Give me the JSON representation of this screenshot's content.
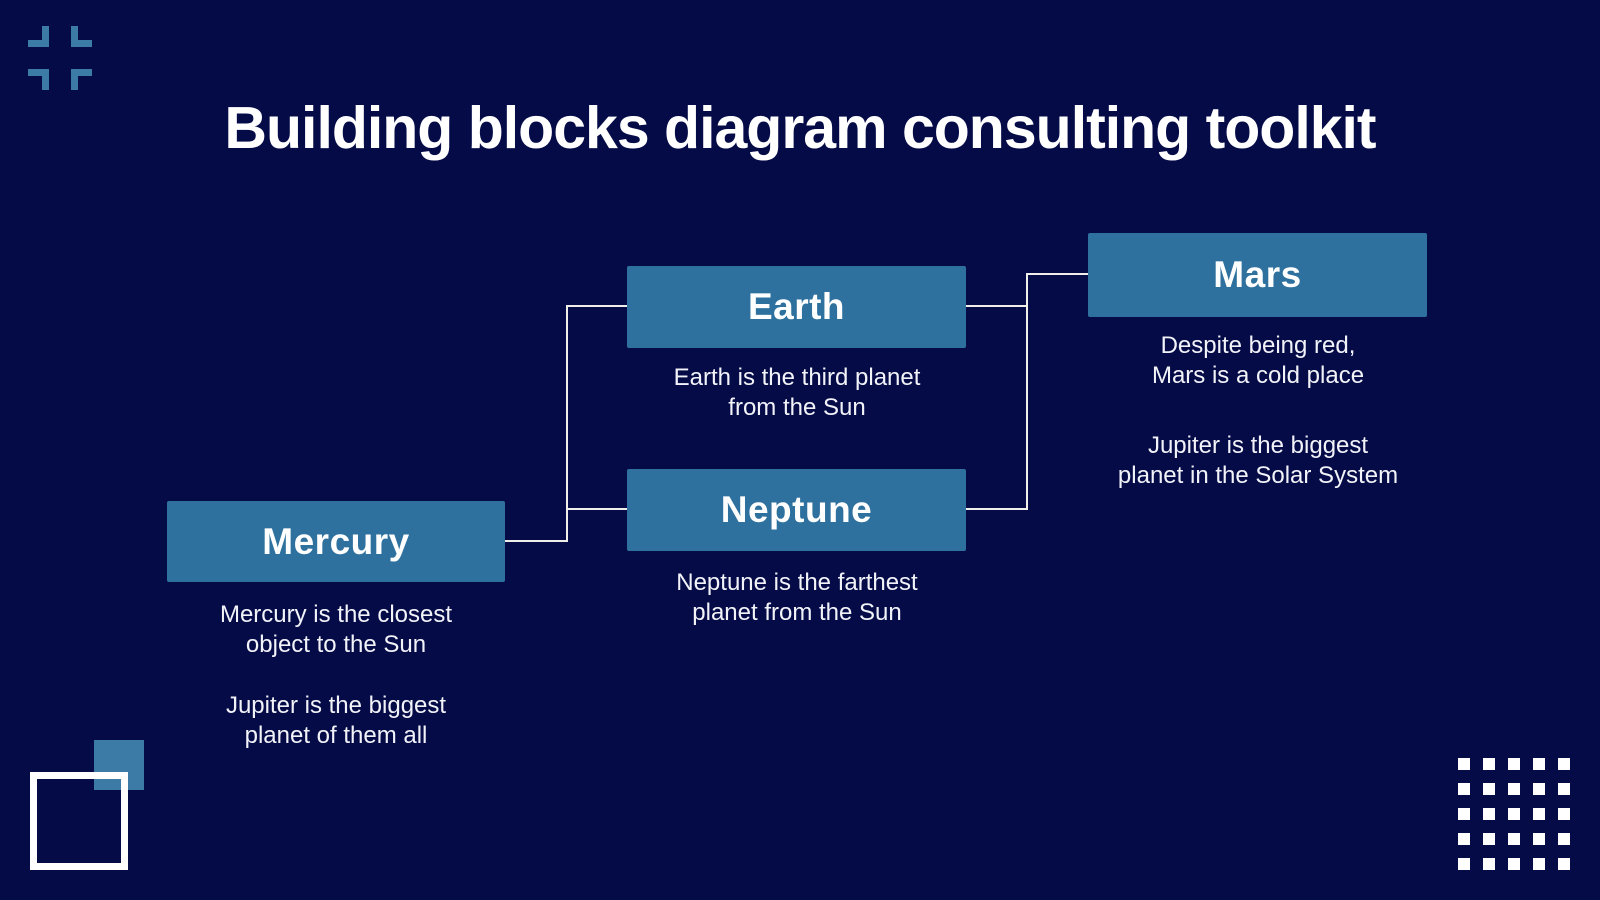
{
  "slide": {
    "title": "Building blocks diagram consulting toolkit"
  },
  "colors": {
    "background": "#050B47",
    "node_fill": "#2F719E",
    "decoration_blue": "#3C7BA6",
    "connector": "#F0EFEA",
    "text": "#FFFFFF"
  },
  "nodes": [
    {
      "id": "mercury",
      "label": "Mercury",
      "paragraphs": [
        "Mercury is the closest\nobject to the Sun",
        "Jupiter is the biggest\nplanet of them all"
      ]
    },
    {
      "id": "earth",
      "label": "Earth",
      "paragraphs": [
        "Earth is the third planet\nfrom the Sun"
      ]
    },
    {
      "id": "neptune",
      "label": "Neptune",
      "paragraphs": [
        "Neptune is the farthest\nplanet from the Sun"
      ]
    },
    {
      "id": "mars",
      "label": "Mars",
      "paragraphs": [
        "Despite being red,\nMars is a cold place",
        "Jupiter is the biggest\nplanet in the Solar System"
      ]
    }
  ],
  "connections": [
    {
      "from": "Mercury",
      "to": "Earth"
    },
    {
      "from": "Mercury",
      "to": "Neptune"
    },
    {
      "from": "Earth",
      "to": "Mars"
    },
    {
      "from": "Neptune",
      "to": "Mars"
    }
  ],
  "decorations": [
    "corner-brackets-top-left",
    "outline-square-bottom-left",
    "filled-square-bottom-left",
    "dot-grid-bottom-right"
  ]
}
